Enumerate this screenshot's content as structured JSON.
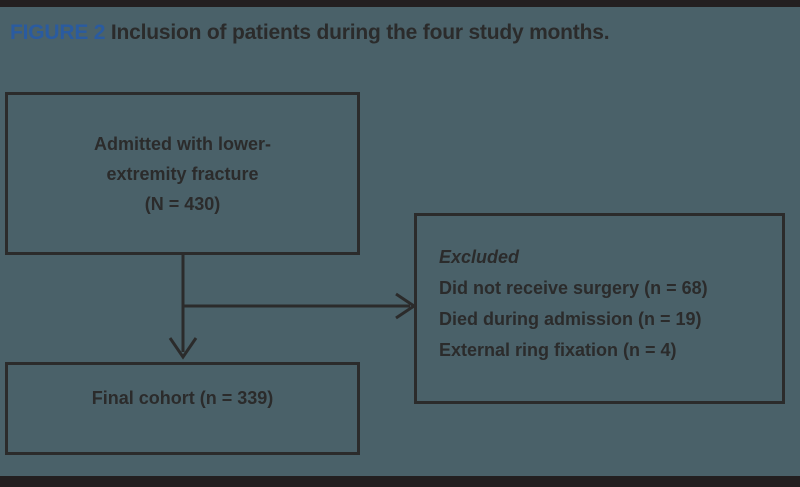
{
  "figure": {
    "label": "FIGURE 2",
    "title": "Inclusion of patients during the four study months.",
    "label_color": "#2a5ba0",
    "title_color": "#2b2b2b",
    "background_color": "#4a6169",
    "stroke_color": "#2b2b2b",
    "edge_bar_color": "#231f20"
  },
  "chart_data": {
    "type": "diagram",
    "title": "Inclusion of patients during the four study months.",
    "nodes": [
      {
        "id": "admitted",
        "lines": [
          "Admitted with lower-",
          "extremity fracture",
          "(N = 430)"
        ],
        "align": "center",
        "count": 430,
        "count_symbol": "N"
      },
      {
        "id": "excluded",
        "lines": [
          "Excluded",
          "Did not receive surgery (n = 68)",
          "Died during admission (n = 19)",
          "External ring fixation (n = 4)"
        ],
        "align": "left",
        "heading_italic": true,
        "items": [
          {
            "label": "Did not receive surgery",
            "n": 68
          },
          {
            "label": "Died during admission",
            "n": 19
          },
          {
            "label": "External ring fixation",
            "n": 4
          }
        ]
      },
      {
        "id": "final",
        "lines": [
          "Final cohort (n = 339)"
        ],
        "align": "center",
        "count": 339,
        "count_symbol": "n"
      }
    ],
    "edges": [
      {
        "from": "admitted",
        "to": "excluded",
        "style": "elbow-right-arrow"
      },
      {
        "from": "admitted",
        "to": "final",
        "style": "straight-down-arrow"
      }
    ]
  },
  "boxes": {
    "admitted": {
      "line1": "Admitted with lower-",
      "line2": "extremity fracture",
      "line3": "(N = 430)"
    },
    "excluded": {
      "heading": "Excluded",
      "item1": "Did not receive surgery (n = 68)",
      "item2": "Died during admission (n = 19)",
      "item3": "External ring fixation (n = 4)"
    },
    "final": {
      "line1": "Final cohort (n = 339)"
    }
  }
}
